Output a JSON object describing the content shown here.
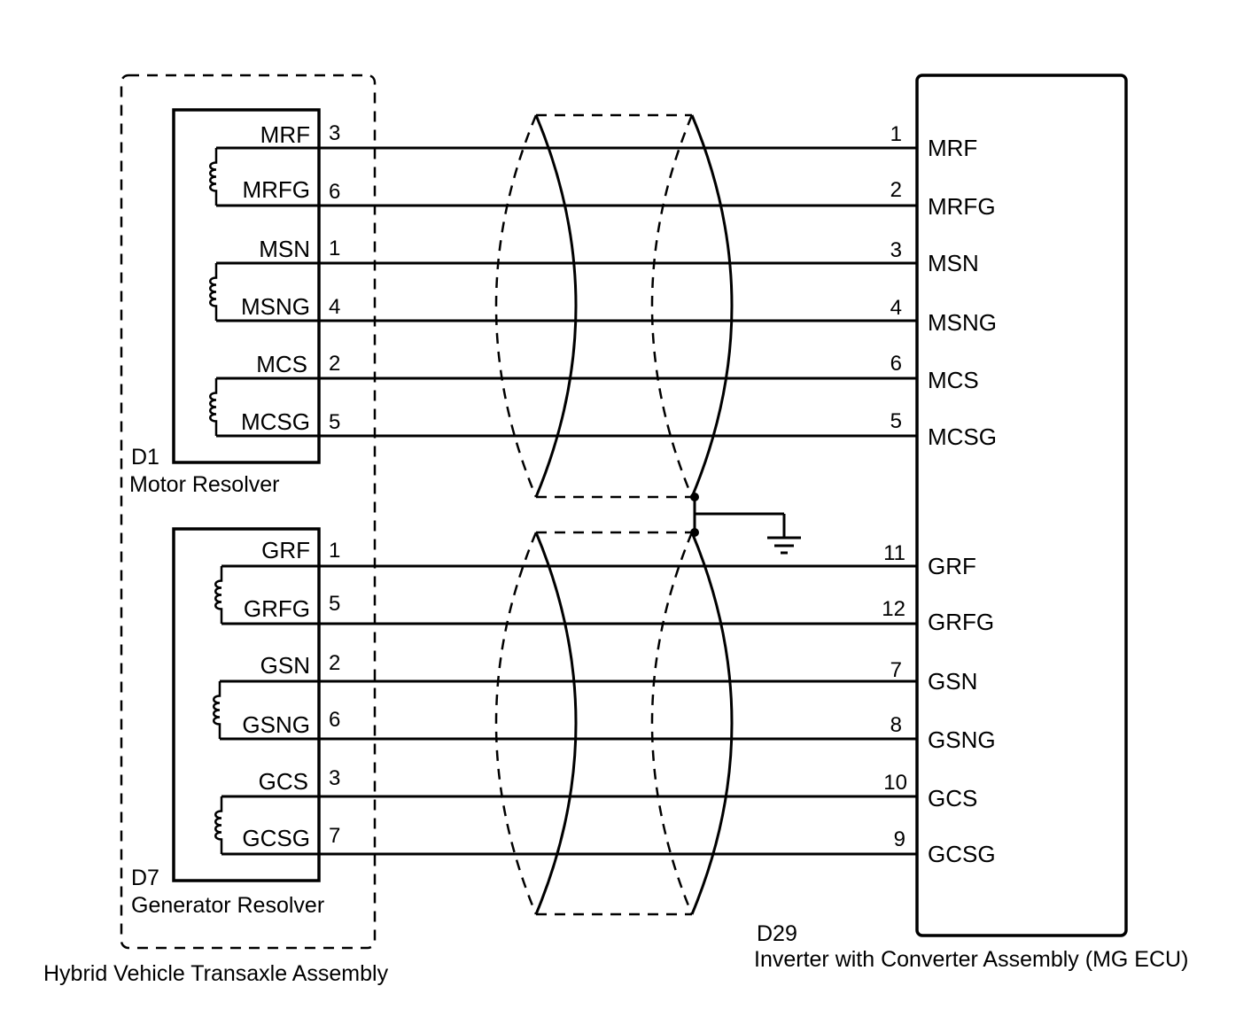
{
  "motor_resolver": {
    "code": "D1",
    "name": "Motor Resolver",
    "pins": [
      {
        "signal": "MRF",
        "pin": "3"
      },
      {
        "signal": "MRFG",
        "pin": "6"
      },
      {
        "signal": "MSN",
        "pin": "1"
      },
      {
        "signal": "MSNG",
        "pin": "4"
      },
      {
        "signal": "MCS",
        "pin": "2"
      },
      {
        "signal": "MCSG",
        "pin": "5"
      }
    ]
  },
  "generator_resolver": {
    "code": "D7",
    "name": "Generator Resolver",
    "pins": [
      {
        "signal": "GRF",
        "pin": "1"
      },
      {
        "signal": "GRFG",
        "pin": "5"
      },
      {
        "signal": "GSN",
        "pin": "2"
      },
      {
        "signal": "GSNG",
        "pin": "6"
      },
      {
        "signal": "GCS",
        "pin": "3"
      },
      {
        "signal": "GCSG",
        "pin": "7"
      }
    ]
  },
  "transaxle": {
    "name": "Hybrid Vehicle Transaxle Assembly"
  },
  "inverter": {
    "code": "D29",
    "name": "Inverter with Converter Assembly (MG ECU)",
    "pins": [
      {
        "signal": "MRF",
        "pin": "1"
      },
      {
        "signal": "MRFG",
        "pin": "2"
      },
      {
        "signal": "MSN",
        "pin": "3"
      },
      {
        "signal": "MSNG",
        "pin": "4"
      },
      {
        "signal": "MCS",
        "pin": "6"
      },
      {
        "signal": "MCSG",
        "pin": "5"
      },
      {
        "signal": "GRF",
        "pin": "11"
      },
      {
        "signal": "GRFG",
        "pin": "12"
      },
      {
        "signal": "GSN",
        "pin": "7"
      },
      {
        "signal": "GSNG",
        "pin": "8"
      },
      {
        "signal": "GCS",
        "pin": "10"
      },
      {
        "signal": "GCSG",
        "pin": "9"
      }
    ]
  }
}
